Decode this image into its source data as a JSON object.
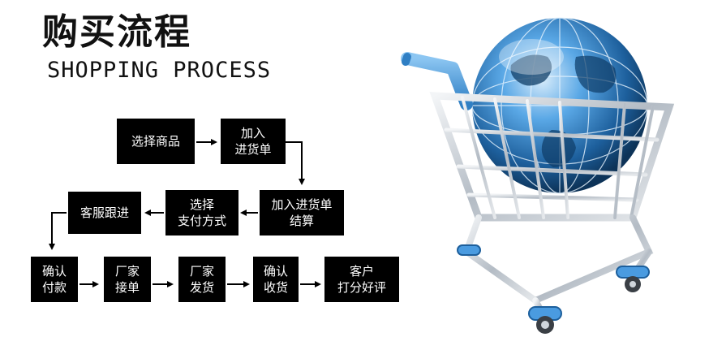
{
  "title": {
    "cn": "购买流程",
    "en": "SHOPPING PROCESS"
  },
  "steps": {
    "select_goods": {
      "line1": "选择商品",
      "line2": ""
    },
    "add_to_list": {
      "line1": "加入",
      "line2": "进货单"
    },
    "checkout": {
      "line1": "加入进货单",
      "line2": "结算"
    },
    "payment": {
      "line1": "选择",
      "line2": "支付方式"
    },
    "support": {
      "line1": "客服跟进",
      "line2": ""
    },
    "confirm_pay": {
      "line1": "确认",
      "line2": "付款"
    },
    "factory_accept": {
      "line1": "厂家",
      "line2": "接单"
    },
    "factory_ship": {
      "line1": "厂家",
      "line2": "发货"
    },
    "confirm_receipt": {
      "line1": "确认",
      "line2": "收货"
    },
    "review": {
      "line1": "客户",
      "line2": "打分好评"
    }
  },
  "colors": {
    "box": "#000000",
    "arrow": "#000000",
    "globe": "#2f7fc4",
    "cart_metal": "#c7ccd2",
    "cart_accent": "#4a9be0"
  },
  "icons": {
    "cart": "shopping-cart-with-globe-icon"
  }
}
